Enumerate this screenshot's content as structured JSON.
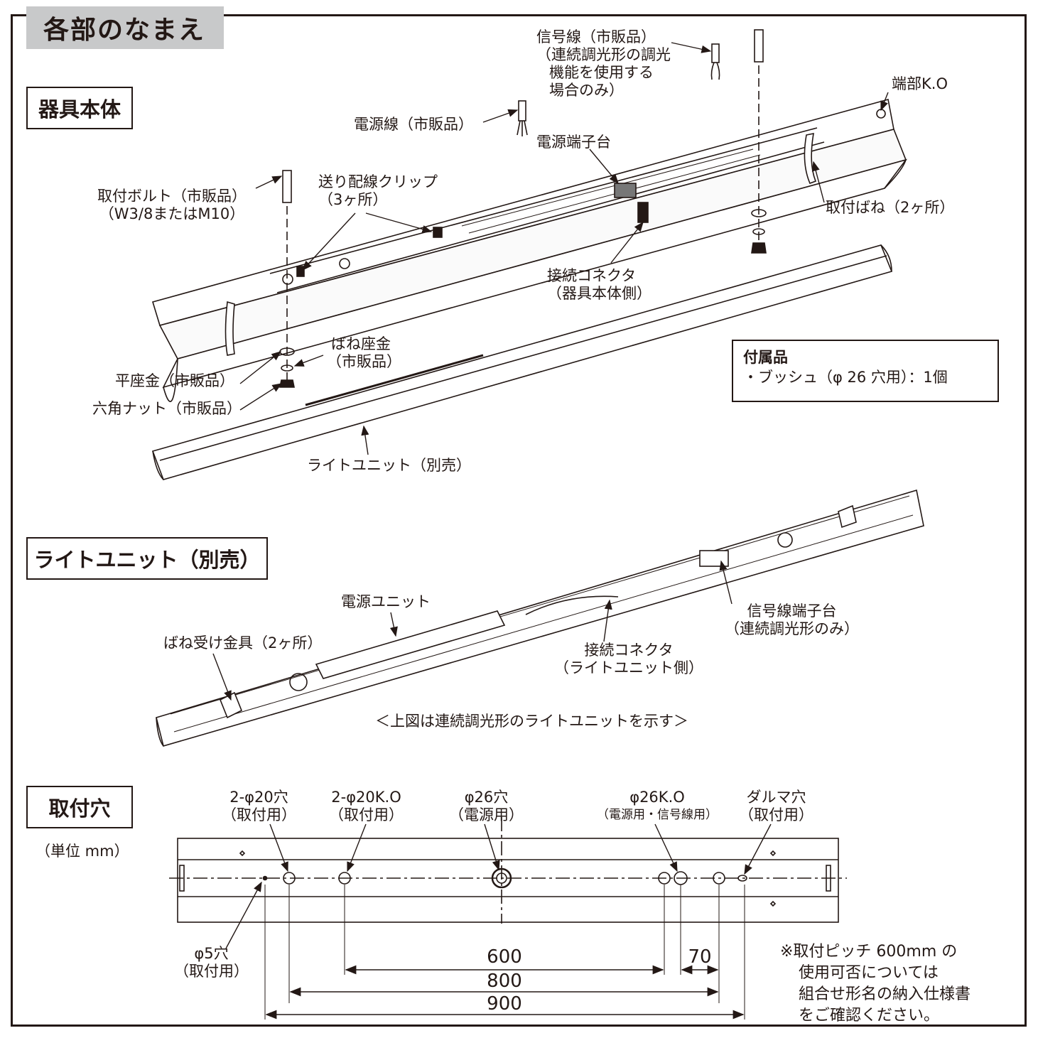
{
  "title": "各部のなまえ",
  "sections": {
    "body": "器具本体",
    "light_unit": "ライトユニット（別売）",
    "holes": "取付穴"
  },
  "body_labels": {
    "signal_wire": [
      "信号線（市販品）",
      "（連続調光形の調光",
      "機能を使用する",
      "場合のみ）"
    ],
    "end_ko": "端部K.O",
    "power_wire": "電源線（市販品）",
    "power_terminal": "電源端子台",
    "mount_bolt": [
      "取付ボルト（市販品）",
      "（W3/8またはM10）"
    ],
    "feed_clip": [
      "送り配線クリップ",
      "（3ヶ所）"
    ],
    "mount_spring": "取付ばね（2ヶ所）",
    "connector_body": [
      "接続コネクタ",
      "（器具本体側）"
    ],
    "spring_washer": [
      "ばね座金",
      "（市販品）"
    ],
    "flat_washer": "平座金（市販品）",
    "hex_nut": "六角ナット（市販品）",
    "light_unit_sold": "ライトユニット（別売）"
  },
  "accessory": {
    "title": "付属品",
    "item": "・ブッシュ（φ 26 穴用）：1個"
  },
  "light_unit_labels": {
    "power_unit": "電源ユニット",
    "signal_terminal": [
      "信号線端子台",
      "（連続調光形のみ）"
    ],
    "spring_bracket": "ばね受け金具（2ヶ所）",
    "connector_unit": [
      "接続コネクタ",
      "（ライトユニット側）"
    ],
    "caption": "＜上図は連続調光形のライトユニットを示す＞"
  },
  "hole_labels": {
    "unit": "（単位 mm）",
    "h1": [
      "2-φ20穴",
      "（取付用）"
    ],
    "h2": [
      "2-φ20K.O",
      "（取付用）"
    ],
    "h3": [
      "φ26穴",
      "（電源用）"
    ],
    "h4": [
      "φ26K.O",
      "（電源用・信号線用）"
    ],
    "h5": [
      "ダルマ穴",
      "（取付用）"
    ],
    "h6": [
      "φ5穴",
      "（取付用）"
    ]
  },
  "dimensions": {
    "d600": "600",
    "d70": "70",
    "d800": "800",
    "d900": "900"
  },
  "pitch_note": [
    "※取付ピッチ 600mm の",
    "使用可否については",
    "組合せ形名の納入仕様書",
    "をご確認ください。"
  ]
}
